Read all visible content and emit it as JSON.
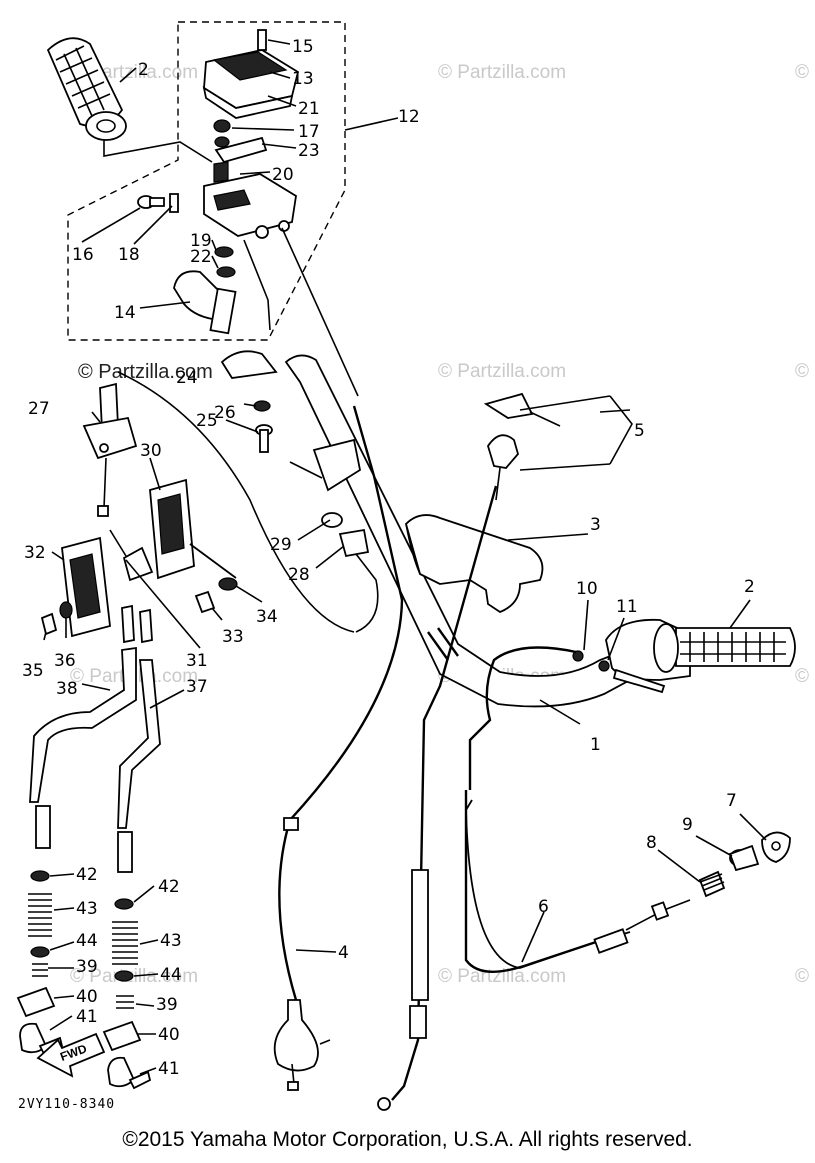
{
  "watermark": "© Partzilla.com",
  "drawing_code": "2VY110-8340",
  "arrow_label": "FWD",
  "copyright": "©2015  Yamaha Motor Corporation, U.S.A. All rights reserved.",
  "callouts": {
    "c1": "1",
    "c2a": "2",
    "c2b": "2",
    "c3": "3",
    "c4": "4",
    "c5": "5",
    "c6": "6",
    "c7": "7",
    "c8": "8",
    "c9": "9",
    "c10": "10",
    "c11": "11",
    "c12": "12",
    "c13": "13",
    "c14": "14",
    "c15": "15",
    "c16": "16",
    "c17": "17",
    "c18": "18",
    "c19": "19",
    "c20": "20",
    "c21": "21",
    "c22": "22",
    "c23": "23",
    "c24": "24",
    "c25": "25",
    "c26": "26",
    "c27": "27",
    "c28": "28",
    "c29": "29",
    "c30": "30",
    "c31": "31",
    "c32": "32",
    "c33": "33",
    "c34": "34",
    "c35": "35",
    "c36": "36",
    "c37": "37",
    "c38": "38",
    "c39a": "39",
    "c39b": "39",
    "c40a": "40",
    "c40b": "40",
    "c41a": "41",
    "c41b": "41",
    "c42a": "42",
    "c42b": "42",
    "c43a": "43",
    "c43b": "43",
    "c44a": "44",
    "c44b": "44"
  }
}
